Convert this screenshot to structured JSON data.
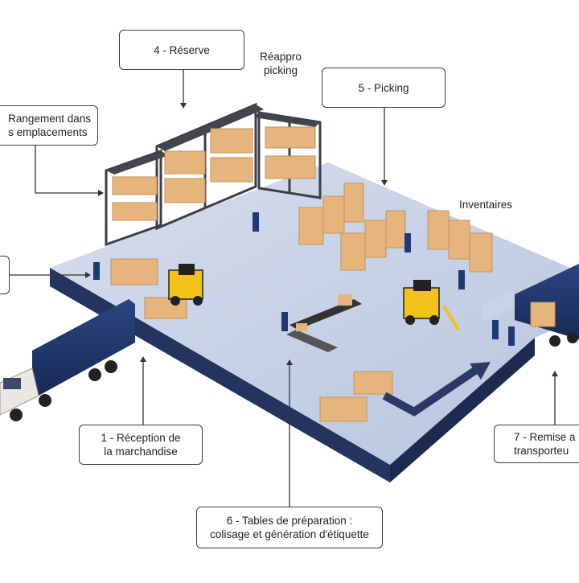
{
  "labels": {
    "reception": [
      "1 - Réception de",
      "la marchandise"
    ],
    "rangement": [
      "Rangement dans",
      "s emplacements"
    ],
    "reserve": "4 - Réserve",
    "reappro": [
      "Réappro",
      "picking"
    ],
    "picking": "5 - Picking",
    "inventaires": "Inventaires",
    "tables": [
      "6 - Tables de préparation :",
      "colisage et génération d'étiquette"
    ],
    "remise": [
      "7 - Remise a",
      "transporteu"
    ]
  },
  "colors": {
    "floor_top": "#c9d3e6",
    "floor_side": "#2a3a66",
    "truck_cargo": "#1f3466",
    "box": "#e6b57e",
    "shelf": "#3a3f46",
    "arrow": "#2a3a66"
  }
}
